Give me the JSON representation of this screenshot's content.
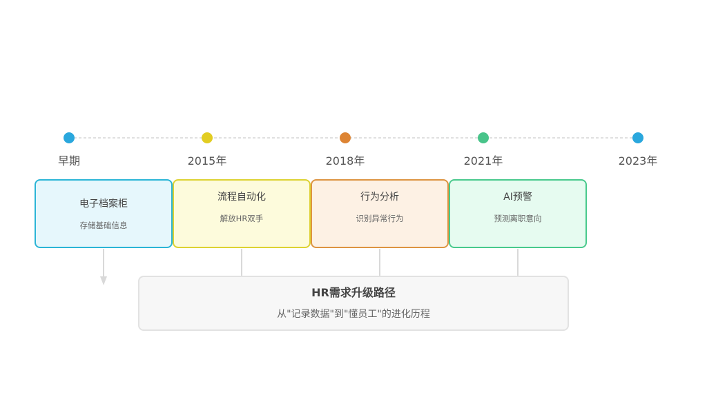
{
  "timeline": {
    "milestones": [
      {
        "label": "早期",
        "color": "#2aa7dd"
      },
      {
        "label": "2015年",
        "color": "#e2cd22"
      },
      {
        "label": "2018年",
        "color": "#dd8433"
      },
      {
        "label": "2021年",
        "color": "#48c48a"
      },
      {
        "label": "2023年",
        "color": "#2aa7dd"
      }
    ],
    "line_color": "#d6d6d6"
  },
  "stages": [
    {
      "title": "电子档案柜",
      "desc": "存储基础信息"
    },
    {
      "title": "流程自动化",
      "desc": "解放HR双手"
    },
    {
      "title": "行为分析",
      "desc": "识别异常行为"
    },
    {
      "title": "AI预警",
      "desc": "预测离职意向"
    }
  ],
  "summary": {
    "title": "HR需求升级路径",
    "subtitle": "从\"记录数据\"到\"懂员工\"的进化历程"
  },
  "arrow_color": "#d9d9d9"
}
